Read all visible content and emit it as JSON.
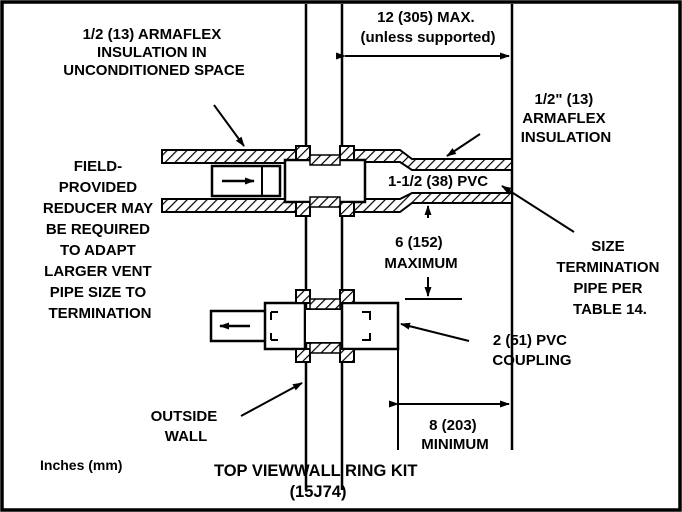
{
  "labels": {
    "armaflex_left": [
      "1/2 (13) ARMAFLEX",
      "INSULATION IN",
      "UNCONDITIONED SPACE"
    ],
    "max_spacing": [
      "12 (305) MAX.",
      "(unless supported)"
    ],
    "armaflex_right": [
      "1/2\" (13)",
      "ARMAFLEX",
      "INSULATION"
    ],
    "pvc_size": "1-1/2 (38) PVC",
    "reducer_note": [
      "FIELD-",
      "PROVIDED",
      "REDUCER MAY",
      "BE REQUIRED",
      "TO ADAPT",
      "LARGER VENT",
      "PIPE SIZE TO",
      "TERMINATION"
    ],
    "vertical_max": [
      "6 (152)",
      "MAXIMUM"
    ],
    "termination_size": [
      "SIZE",
      "TERMINATION",
      "PIPE PER",
      "TABLE 14."
    ],
    "coupling": [
      "2 (51) PVC",
      "COUPLING"
    ],
    "outside_wall": [
      "OUTSIDE",
      "WALL"
    ],
    "min_spacing": [
      "8 (203)",
      "MINIMUM"
    ],
    "units": "Inches (mm)",
    "title": [
      "TOP VIEWWALL RING KIT",
      "(15J74)"
    ]
  }
}
